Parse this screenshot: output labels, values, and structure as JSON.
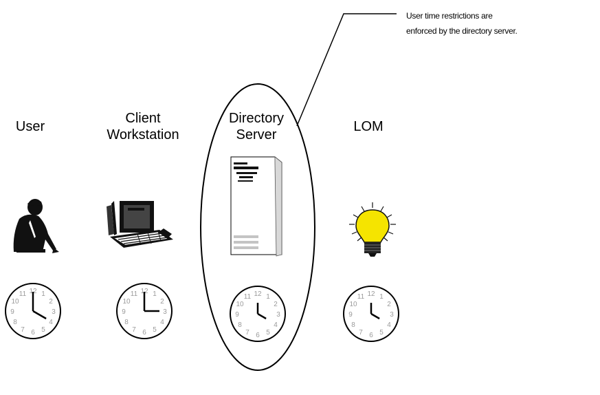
{
  "callout": {
    "line1": "User time restrictions are",
    "line2": "enforced by the directory server."
  },
  "columns": [
    {
      "label_line1": "User",
      "label_line2": "",
      "icon": "person-icon",
      "clock_time": "4:00"
    },
    {
      "label_line1": "Client",
      "label_line2": "Workstation",
      "icon": "workstation-icon",
      "clock_time": "3:00"
    },
    {
      "label_line1": "Directory",
      "label_line2": "Server",
      "icon": "server-icon",
      "clock_time": "4:00"
    },
    {
      "label_line1": "LOM",
      "label_line2": "",
      "icon": "lightbulb-icon",
      "clock_time": "4:00"
    }
  ],
  "clock_numerals": [
    "12",
    "1",
    "2",
    "3",
    "4",
    "5",
    "6",
    "7",
    "8",
    "9",
    "10",
    "11"
  ],
  "colors": {
    "bulb": "#f5e400",
    "outline": "#000000",
    "numerals": "#9a9a9a"
  }
}
